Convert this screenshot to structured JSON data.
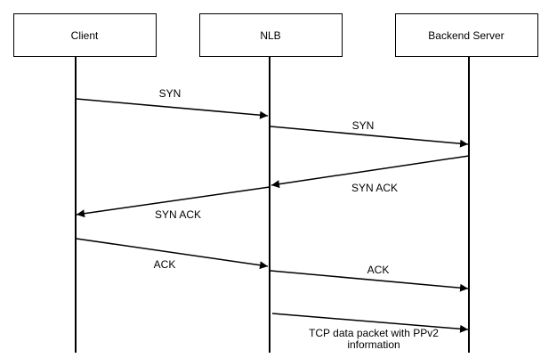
{
  "participants": [
    {
      "id": "client",
      "label": "Client"
    },
    {
      "id": "nlb",
      "label": "NLB"
    },
    {
      "id": "backend",
      "label": "Backend Server"
    }
  ],
  "messages": [
    {
      "from": "client",
      "to": "nlb",
      "label": "SYN"
    },
    {
      "from": "nlb",
      "to": "backend",
      "label": "SYN"
    },
    {
      "from": "backend",
      "to": "nlb",
      "label": "SYN ACK"
    },
    {
      "from": "nlb",
      "to": "client",
      "label": "SYN ACK"
    },
    {
      "from": "client",
      "to": "nlb",
      "label": "ACK"
    },
    {
      "from": "nlb",
      "to": "backend",
      "label": "ACK"
    },
    {
      "from": "nlb",
      "to": "backend",
      "label": "TCP data packet with PPv2 information"
    }
  ],
  "colors": {
    "stroke": "#000000",
    "background": "#ffffff"
  }
}
